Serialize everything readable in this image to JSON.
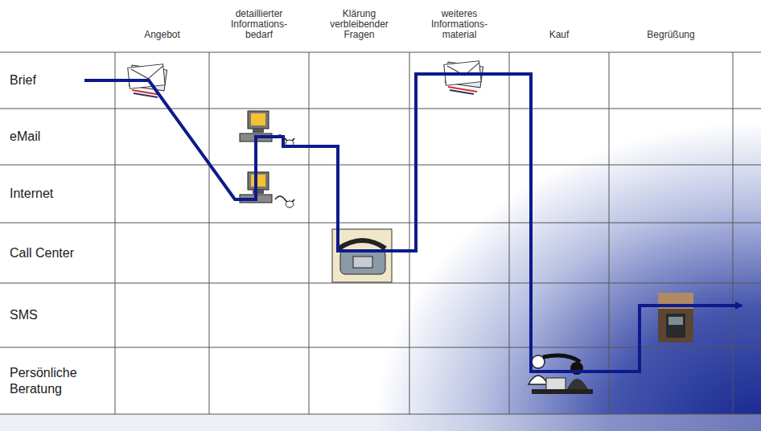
{
  "diagram": {
    "labels": [
      "Angebot",
      "detaillierter Informations- bedarf",
      "Klärung verbleibender Fragen",
      "weiteres Informations- material",
      "Kauf",
      "Begrüßung",
      "Brief",
      "eMail",
      "Internet",
      "Call Center",
      "SMS",
      "Persönliche Beratung"
    ]
  }
}
